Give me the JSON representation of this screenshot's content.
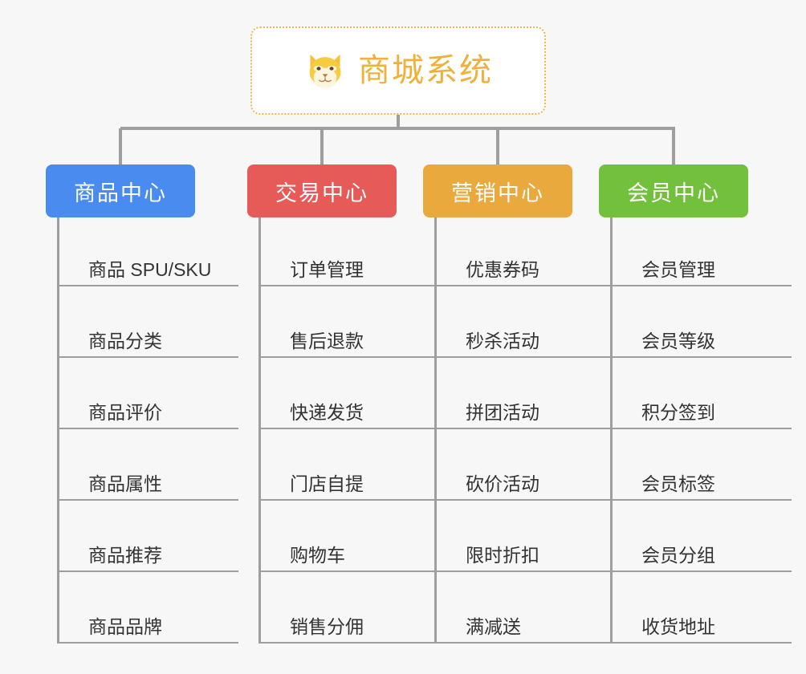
{
  "root": {
    "title": "商城系统",
    "icon": "shiba-dog-face-icon",
    "border_color": "#eeb64a",
    "text_color": "#f0b03c"
  },
  "connector_color": "#9e9e9e",
  "background_color": "#f7f7f7",
  "columns": [
    {
      "label": "商品中心",
      "color": "#4a8bf0",
      "items": [
        "商品 SPU/SKU",
        "商品分类",
        "商品评价",
        "商品属性",
        "商品推荐",
        "商品品牌"
      ]
    },
    {
      "label": "交易中心",
      "color": "#e65a57",
      "items": [
        "订单管理",
        "售后退款",
        "快递发货",
        "门店自提",
        "购物车",
        "销售分佣"
      ]
    },
    {
      "label": "营销中心",
      "color": "#eaa93c",
      "items": [
        "优惠券码",
        "秒杀活动",
        "拼团活动",
        "砍价活动",
        "限时折扣",
        "满减送"
      ]
    },
    {
      "label": "会员中心",
      "color": "#72c03c",
      "items": [
        "会员管理",
        "会员等级",
        "积分签到",
        "会员标签",
        "会员分组",
        "收货地址"
      ]
    }
  ]
}
